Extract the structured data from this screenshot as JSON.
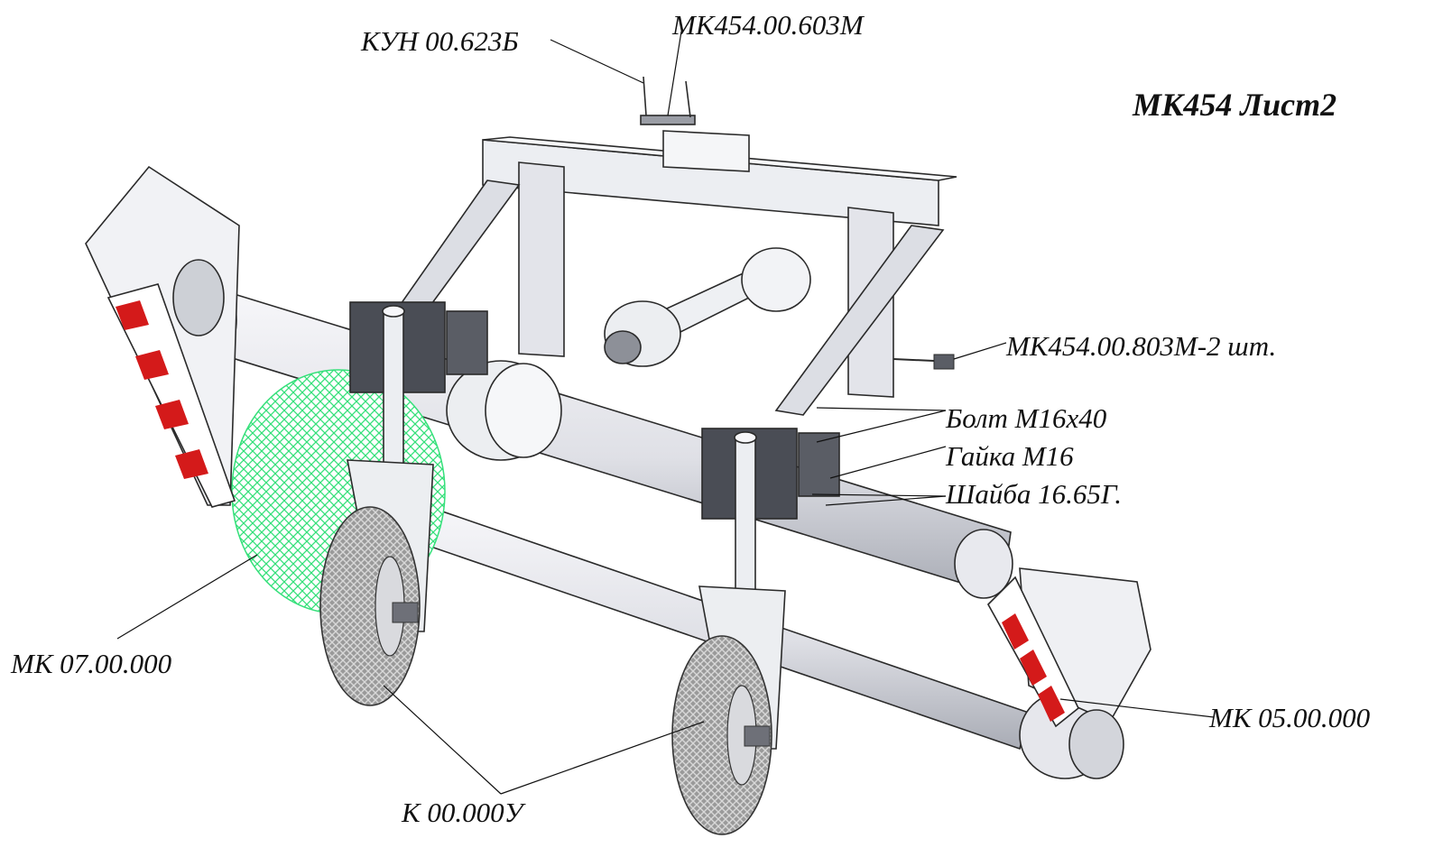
{
  "title": "МК454 Лист2",
  "labels": {
    "kun": "КУН 00.623Б",
    "pin_top": "МК454.00.603М",
    "pin_side": "МК454.00.803М-2 шт.",
    "bolt": "Болт М16х40",
    "nut": "Гайка М16",
    "washer": "Шайба 16.65Г.",
    "brush": "МК 07.00.000",
    "wheels": "К 00.000У",
    "cover": "МК 05.00.000"
  },
  "colors": {
    "steel": "#e6e7ec",
    "steel_dark": "#b9bcc4",
    "bracket": "#4a4d55",
    "bristle": "#35e07a",
    "stripe_red": "#d41a1a",
    "tire": "#8c8c8c"
  }
}
